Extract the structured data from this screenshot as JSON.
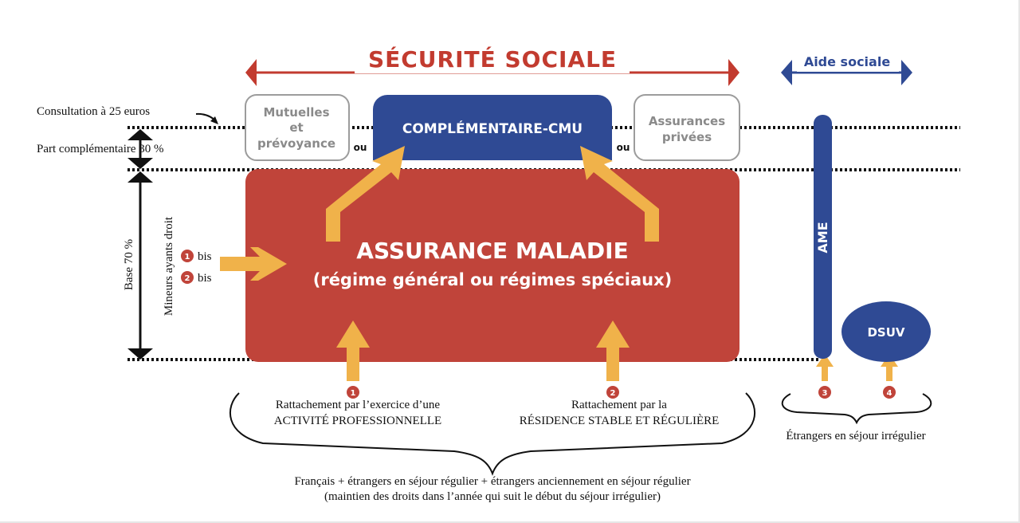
{
  "colors": {
    "red": "#c0443a",
    "title_red": "#c23b2f",
    "navy": "#2f4a94",
    "orange": "#f0b24a",
    "grey_box_border": "#9c9c9c",
    "grey_text": "#8a8a8a",
    "badge_red": "#c0443a"
  },
  "header": {
    "securite_sociale": "SÉCURITÉ SOCIALE",
    "aide_sociale": "Aide sociale"
  },
  "left_labels": {
    "consultation": "Consultation à 25 euros",
    "part_complementaire": "Part complémentaire 30 %",
    "base": "Base 70 %",
    "mineurs": "Mineurs ayants droit",
    "bis1_num": "1",
    "bis1_text": "bis",
    "bis2_num": "2",
    "bis2_text": "bis"
  },
  "boxes": {
    "mutuelles": [
      "Mutuelles",
      "et",
      "prévoyance"
    ],
    "cmu": "COMPLÉMENTAIRE-CMU",
    "assurances_privees": [
      "Assurances",
      "privées"
    ],
    "ou": "ou",
    "assurance_maladie_title": "ASSURANCE MALADIE",
    "assurance_maladie_sub": "(régime général ou régimes spéciaux)",
    "ame": "AME",
    "dsuv": "DSUV"
  },
  "badges": {
    "b1": "1",
    "b2": "2",
    "b3": "3",
    "b4": "4"
  },
  "bottom": {
    "rattach1_line1": "Rattachement par l’exercice d’une",
    "rattach1_line2": "ACTIVITÉ PROFESSIONNELLE",
    "rattach2_line1": "Rattachement par la",
    "rattach2_line2": "RÉSIDENCE STABLE ET RÉGULIÈRE",
    "etrangers_irreg": "Étrangers en séjour irrégulier",
    "summary_line1": "Français + étrangers en séjour régulier + étrangers anciennement en séjour régulier",
    "summary_line2": "(maintien des droits dans l’année qui suit le début du séjour irrégulier)"
  }
}
